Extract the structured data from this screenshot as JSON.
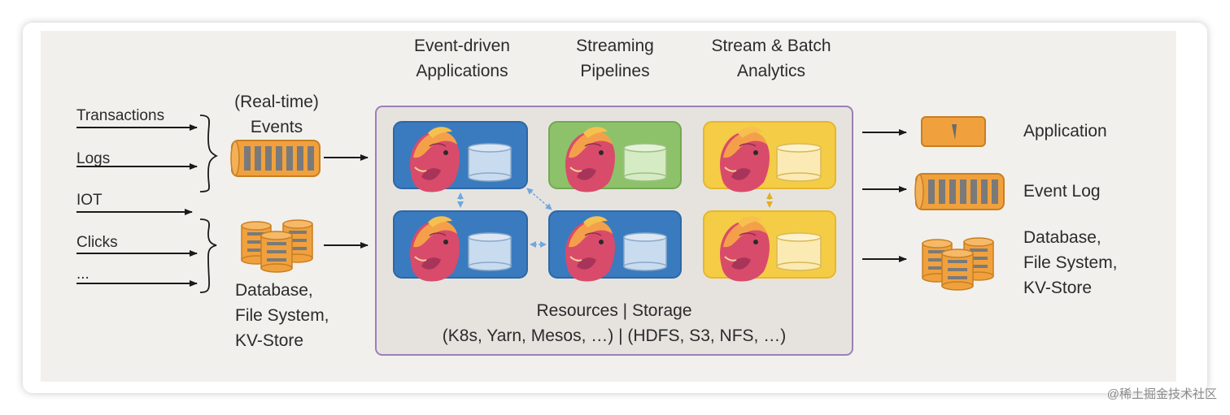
{
  "use_cases": {
    "event_driven": [
      "Event-driven",
      "Applications"
    ],
    "streaming": [
      "Streaming",
      "Pipelines"
    ],
    "analytics": [
      "Stream & Batch",
      "Analytics"
    ]
  },
  "sources": [
    "Transactions",
    "Logs",
    "IOT",
    "Clicks",
    "..."
  ],
  "inputs": {
    "events": [
      "(Real-time)",
      "Events"
    ],
    "database": [
      "Database,",
      "File System,",
      "KV-Store"
    ]
  },
  "cluster": {
    "resources_line": "Resources | Storage",
    "examples_line": "(K8s, Yarn, Mesos, …) | (HDFS, S3, NFS, …)"
  },
  "outputs": {
    "application": "Application",
    "event_log": "Event Log",
    "database": [
      "Database,",
      "File System,",
      "KV-Store"
    ]
  },
  "watermark": "@稀土掘金技术社区",
  "colors": {
    "flink_blue": "#3a7bbf",
    "flink_green": "#8dc26a",
    "flink_yellow": "#f5cc45",
    "storage_orange": "#f0a13d",
    "cluster_border": "#9a80b8"
  }
}
